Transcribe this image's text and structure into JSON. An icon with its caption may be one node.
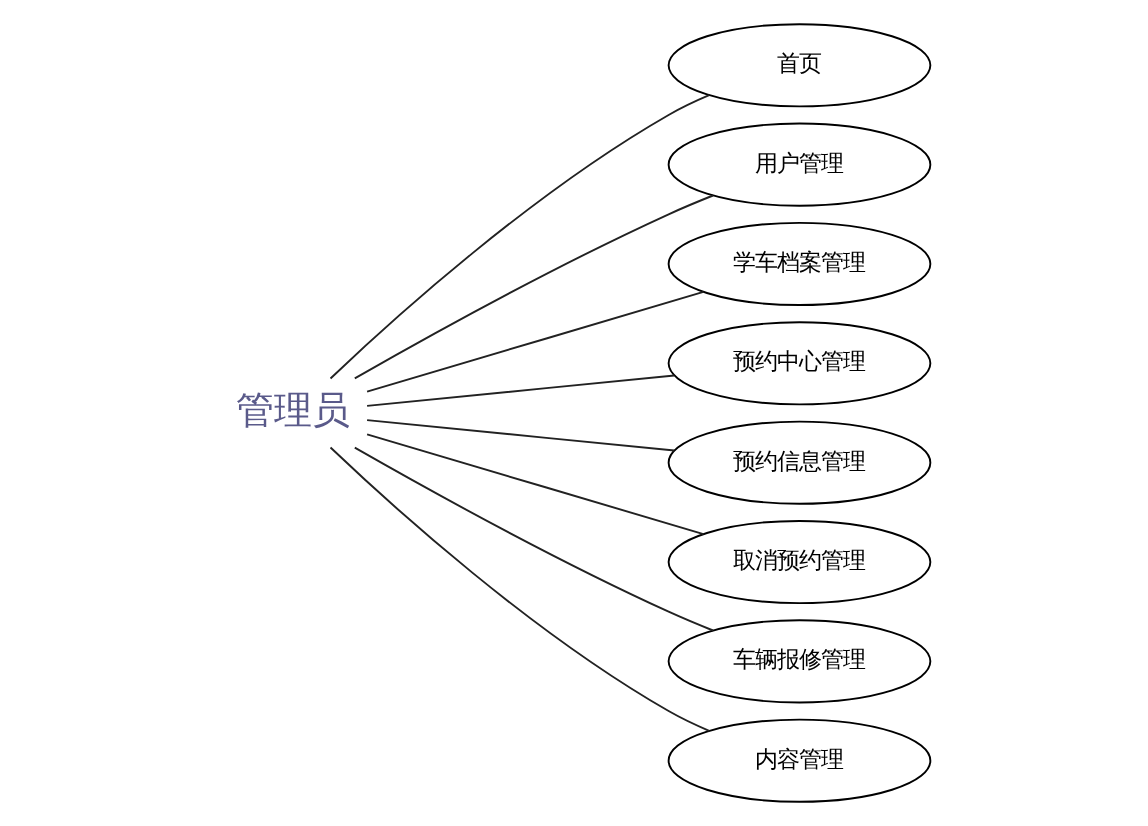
{
  "diagram": {
    "nodes": [
      {
        "text": [
          "管理员"
        ]
      },
      {
        "text": [
          "首页"
        ]
      },
      {
        "text": [
          "用户管理"
        ]
      },
      {
        "text": [
          "学车档案管理"
        ]
      },
      {
        "text": [
          "预约中心管理"
        ]
      },
      {
        "text": [
          "预约信息管理"
        ]
      },
      {
        "text": [
          "取消预约管理"
        ]
      },
      {
        "text": [
          "车辆报修管理"
        ]
      },
      {
        "text": [
          "内容管理"
        ]
      }
    ],
    "edges": [
      {
        "from": 0,
        "to": 1,
        "arrow": "none"
      },
      {
        "from": 0,
        "to": 2,
        "arrow": "none"
      },
      {
        "from": 0,
        "to": 3,
        "arrow": "none"
      },
      {
        "from": 0,
        "to": 4,
        "arrow": "none"
      },
      {
        "from": 0,
        "to": 5,
        "arrow": "none"
      },
      {
        "from": 0,
        "to": 6,
        "arrow": "none"
      },
      {
        "from": 0,
        "to": 7,
        "arrow": "none"
      },
      {
        "from": 0,
        "to": 8,
        "arrow": "none"
      }
    ]
  }
}
